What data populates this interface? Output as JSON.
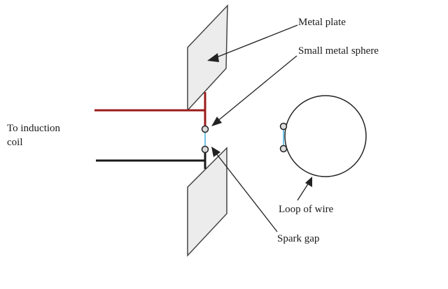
{
  "labels": {
    "induction_line1": "To induction",
    "induction_line2": "coil",
    "metal_plate": "Metal plate",
    "small_sphere": "Small metal sphere",
    "loop": "Loop of wire",
    "spark_gap": "Spark gap"
  },
  "colors": {
    "upper_wire": "#9b1b1b",
    "lower_wire": "#1a1a1a",
    "plate_fill": "#ececec",
    "plate_stroke": "#444444",
    "spark_gap_link": "#6fc6e8",
    "sphere_fill": "#dcdcdc",
    "outline": "#222222"
  }
}
